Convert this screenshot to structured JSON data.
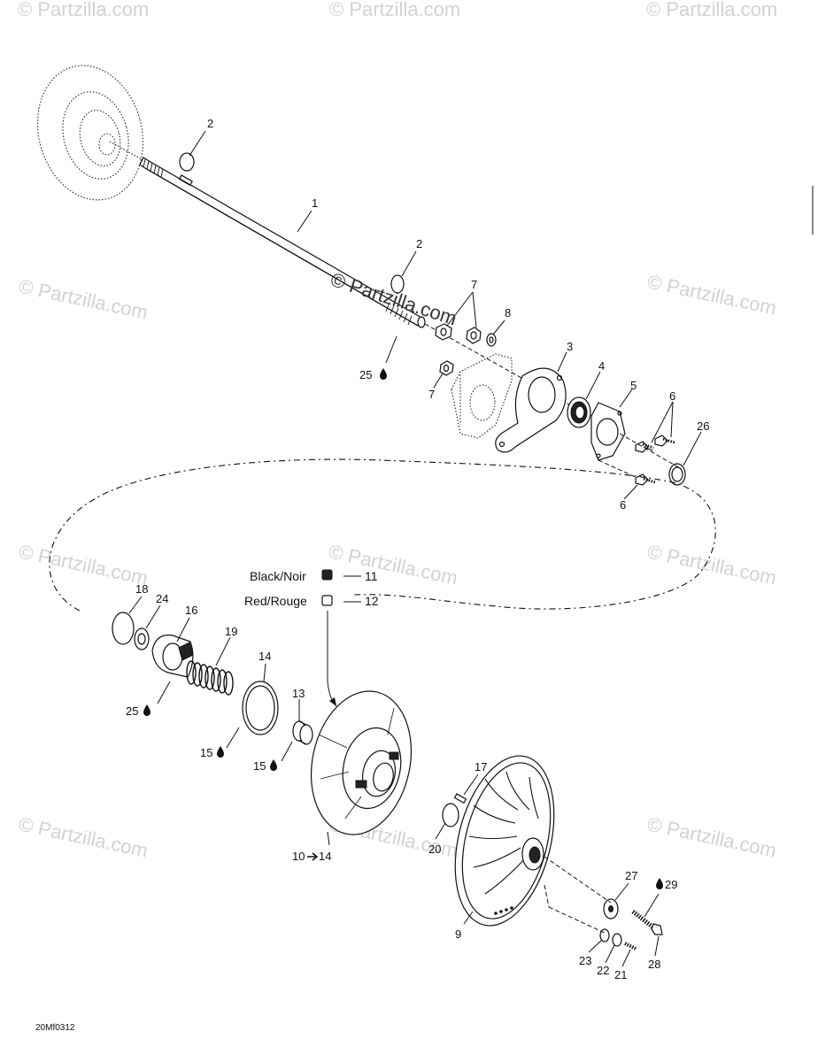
{
  "watermark": {
    "text": "© Partzilla.com",
    "prominent_text": "© Partzilla.com"
  },
  "callouts": {
    "c1": "1",
    "c2a": "2",
    "c2b": "2",
    "c3": "3",
    "c4": "4",
    "c5": "5",
    "c6a": "6",
    "c6b": "6",
    "c7a": "7",
    "c7b": "7",
    "c8": "8",
    "c9": "9",
    "c10_14": "10",
    "c10_14_to": "14",
    "c13": "13",
    "c14": "14",
    "c15a": "15",
    "c15b": "15",
    "c16": "16",
    "c17": "17",
    "c18": "18",
    "c19": "19",
    "c20": "20",
    "c21": "21",
    "c22": "22",
    "c23": "23",
    "c24": "24",
    "c25a": "25",
    "c25b": "25",
    "c26": "26",
    "c27": "27",
    "c28": "28",
    "c29": "29"
  },
  "legend": {
    "black_label": "Black/Noir",
    "black_ref": "11",
    "red_label": "Red/Rouge",
    "red_ref": "12"
  },
  "diagram_code": "20Mf0312"
}
